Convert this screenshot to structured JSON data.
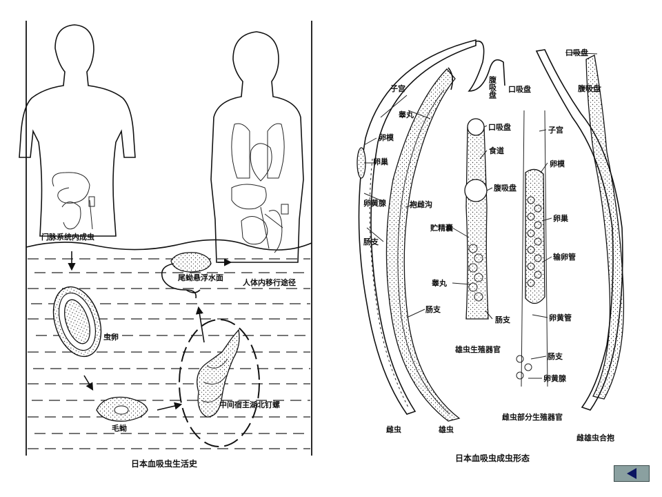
{
  "life_cycle": {
    "caption": "日本血吸虫生活史",
    "labels": {
      "adult_in_portal": "门脉系统内成虫",
      "egg": "虫卵",
      "miracidium": "毛蚴",
      "snail": "中间宿主湖北钉螺",
      "cercaria": "尾蚴悬浮水面",
      "migration": "人体内移行途径"
    }
  },
  "morphology": {
    "caption": "日本血吸虫成虫形态",
    "female_caption": "雌虫",
    "male_caption": "雄虫",
    "female_repro_caption": "雌虫部分生殖器官",
    "pair_caption": "雌雄虫合抱",
    "male_repro_caption": "雄虫生殖器官",
    "labels": {
      "uterus": "子宫",
      "ootype": "卵模",
      "ovary": "卵巢",
      "vitelline_gland": "卵黄腺",
      "intestinal_branch": "肠支",
      "testis": "睾丸",
      "gynecophoral_canal": "抱雌沟",
      "ventral_sucker_vertical": "腹吸盘",
      "oral_sucker": "口吸盘",
      "esophagus": "食道",
      "ventral_sucker": "腹吸盘",
      "seminal_vesicle": "贮精囊",
      "oviduct": "输卵管",
      "vitelline_duct": "卵黄管"
    }
  },
  "colors": {
    "nav_button": "#8aa0a0",
    "nav_arrow": "#0b1560"
  },
  "nav": {
    "icon": "triangle-left-icon"
  }
}
